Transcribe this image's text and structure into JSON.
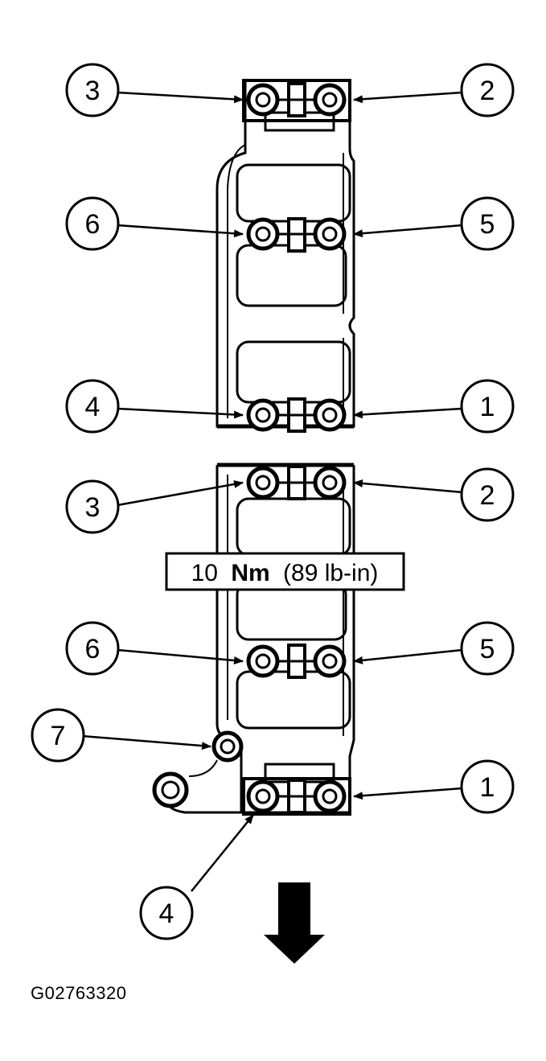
{
  "diagram": {
    "upper_gasket_callouts": {
      "left_top": "3",
      "right_top": "2",
      "left_mid": "6",
      "right_mid": "5",
      "left_bot": "4",
      "right_bot": "1"
    },
    "lower_gasket_callouts": {
      "left_top": "3",
      "right_top": "2",
      "left_mid": "6",
      "right_mid": "5",
      "left_stud": "7",
      "right_bot": "1",
      "bottom": "4"
    },
    "torque_spec": {
      "value": "10",
      "unit": "Nm",
      "imperial": "(89 lb-in)"
    },
    "figure_id": "G02763320",
    "colors": {
      "line": "#000000",
      "background": "#ffffff"
    },
    "icons": [
      "direction-arrow-down-icon"
    ]
  }
}
